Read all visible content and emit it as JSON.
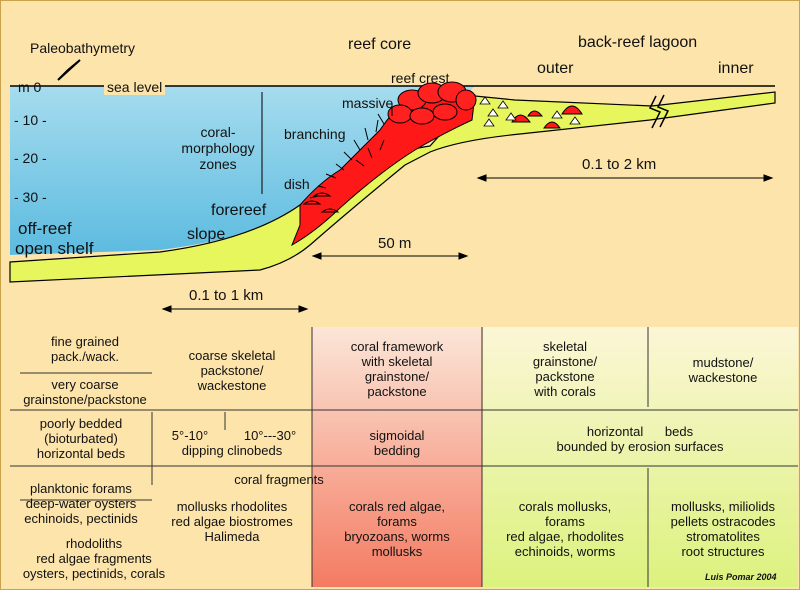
{
  "diagram": {
    "paleobathymetry": "Paleobathymetry",
    "depth_labels": [
      "m  0",
      "- 10 -",
      "- 20 -",
      "- 30 -"
    ],
    "sea_level": "sea level",
    "reef_core": "reef core",
    "back_reef_lagoon": "back-reef lagoon",
    "outer": "outer",
    "inner": "inner",
    "reef_crest": "reef crest",
    "massive": "massive",
    "branching": "branching",
    "dish": "dish",
    "coral_morphology_zones": [
      "coral-",
      "morphology",
      "zones"
    ],
    "forereef_slope": [
      "forereef",
      "slope"
    ],
    "off_reef_open_shelf": [
      "off-reef",
      "open shelf"
    ],
    "scale_50m": "50 m",
    "scale_lagoon": "0.1  to 2 km",
    "scale_shelf": "0.1  to 1 km"
  },
  "table": {
    "row1": {
      "shelf_a": [
        "fine grained",
        "pack./wack."
      ],
      "shelf_b": [
        "very coarse",
        "grainstone/packstone"
      ],
      "slope": [
        "coarse skeletal",
        "packstone/",
        "wackestone"
      ],
      "core": [
        "coral framework",
        "with skeletal",
        "grainstone/",
        "packstone"
      ],
      "outer": [
        "skeletal",
        "grainstone/",
        "packstone",
        "with corals"
      ],
      "inner": [
        "mudstone/",
        "wackestone"
      ]
    },
    "row2": {
      "shelf": [
        "poorly bedded",
        "(bioturbated)",
        "horizontal beds"
      ],
      "slope_angles": [
        "5°-10°",
        "10°---30°"
      ],
      "slope": "dipping clinobeds",
      "core": [
        "sigmoidal",
        "bedding"
      ],
      "lagoon": [
        "horizontal      beds",
        "bounded by erosion surfaces"
      ]
    },
    "row3": {
      "coral_fragments": "coral fragments",
      "shelf_a": [
        "planktonic forams",
        "deep-water oysters",
        "echinoids, pectinids"
      ],
      "shelf_b": [
        "rhodoliths",
        "red algae fragments",
        "oysters, pectinids, corals"
      ],
      "slope": [
        "mollusks rhodolites",
        "red algae biostromes",
        "Halimeda"
      ],
      "core": [
        "corals red algae,",
        "forams",
        "bryozoans, worms",
        "mollusks"
      ],
      "outer": [
        "corals mollusks,",
        "forams",
        "red algae, rhodolites",
        "echinoids, worms"
      ],
      "inner": [
        "mollusks, miliolids",
        "pellets ostracodes",
        "stromatolites",
        "root structures"
      ]
    },
    "credit": "Luis Pomar 2004"
  },
  "colors": {
    "water": "#7cc8e2",
    "sediment": "#e6f55e",
    "reef": "#ff1a1a",
    "background": "#fde4ab",
    "core_tint": "#f4826a",
    "lagoon_tint": "#e4f590"
  }
}
